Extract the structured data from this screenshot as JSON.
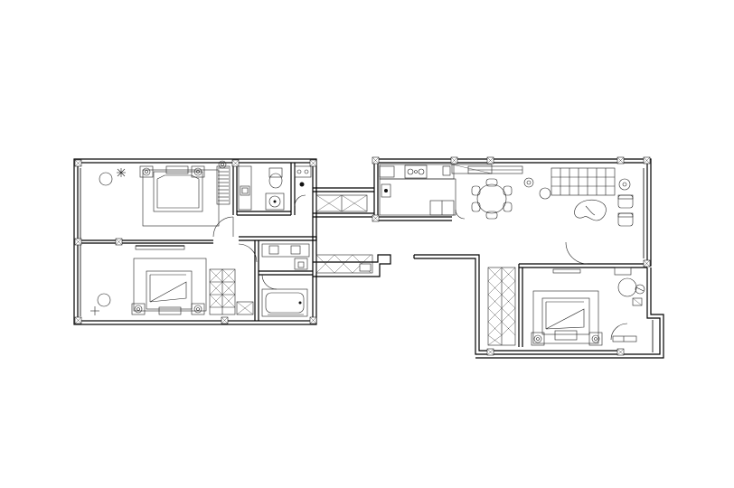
{
  "drawing": {
    "type": "architectural floor plan",
    "background": "#ffffff",
    "line_color": "#000000",
    "text_labels": []
  },
  "rooms": [
    {
      "id": "bedroom-top-left",
      "furniture": [
        "double-bed",
        "nightstands",
        "floor-lamp",
        "wardrobe"
      ]
    },
    {
      "id": "bedroom-bottom-left",
      "furniture": [
        "double-bed",
        "nightstands",
        "floor-lamp",
        "wardrobe"
      ]
    },
    {
      "id": "bathroom-center-top",
      "furniture": [
        "sink",
        "toilet",
        "shower"
      ]
    },
    {
      "id": "bathroom-center",
      "furniture": [
        "double-sink",
        "toilet",
        "bathtub"
      ]
    },
    {
      "id": "kitchen",
      "furniture": [
        "stove",
        "sink",
        "counter",
        "fridge"
      ]
    },
    {
      "id": "living-dining",
      "furniture": [
        "round-dining-table",
        "chairs",
        "bookshelf",
        "lounge-chairs",
        "coffee-table",
        "plant"
      ]
    },
    {
      "id": "bedroom-right",
      "furniture": [
        "double-bed",
        "nightstands",
        "desk-chair",
        "wardrobe"
      ]
    }
  ]
}
